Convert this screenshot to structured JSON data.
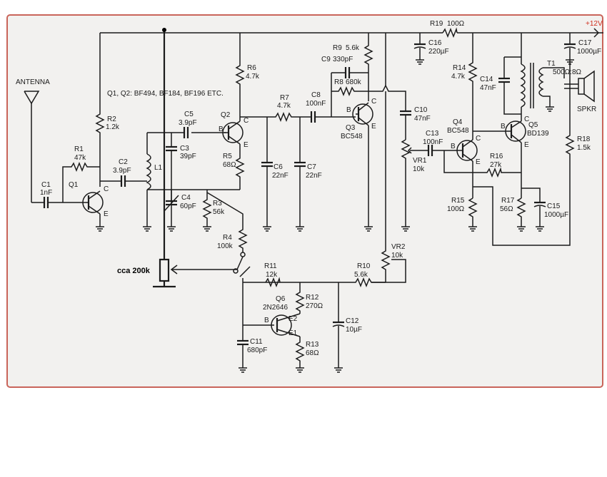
{
  "supply": {
    "label": "+12V"
  },
  "antenna": {
    "label": "ANTENNA"
  },
  "note": {
    "transistors": "Q1, Q2: BF494, BF184, BF196 ETC."
  },
  "added_pot": {
    "label": "cca 200k"
  },
  "components": {
    "C1": {
      "ref": "C1",
      "value": "1nF"
    },
    "R1": {
      "ref": "R1",
      "value": "47k"
    },
    "R2": {
      "ref": "R2",
      "value": "1.2k"
    },
    "Q1": {
      "ref": "Q1"
    },
    "C2": {
      "ref": "C2",
      "value": "3.9pF"
    },
    "L1": {
      "ref": "L1"
    },
    "C3": {
      "ref": "C3",
      "value": "39pF"
    },
    "C4": {
      "ref": "C4",
      "value": "60pF"
    },
    "C5": {
      "ref": "C5",
      "value": "3.9pF"
    },
    "Q2": {
      "ref": "Q2"
    },
    "R5": {
      "ref": "R5",
      "value": "68Ω"
    },
    "R6": {
      "ref": "R6",
      "value": "4.7k"
    },
    "R3": {
      "ref": "R3",
      "value": "56k"
    },
    "R4": {
      "ref": "R4",
      "value": "100k"
    },
    "R7": {
      "ref": "R7",
      "value": "4.7k"
    },
    "C6": {
      "ref": "C6",
      "value": "22nF"
    },
    "C7": {
      "ref": "C7",
      "value": "22nF"
    },
    "C8": {
      "ref": "C8",
      "value": "100nF"
    },
    "R9": {
      "ref": "R9",
      "value": "5.6k"
    },
    "C9": {
      "ref": "C9",
      "value": "330pF"
    },
    "R8": {
      "ref": "R8",
      "value": "680k"
    },
    "Q3": {
      "ref": "Q3",
      "type": "BC548"
    },
    "C10": {
      "ref": "C10",
      "value": "47nF"
    },
    "VR1": {
      "ref": "VR1",
      "value": "10k"
    },
    "C16": {
      "ref": "C16",
      "value": "220µF"
    },
    "R19": {
      "ref": "R19",
      "value": "100Ω"
    },
    "C17": {
      "ref": "C17",
      "value": "1000µF"
    },
    "R14": {
      "ref": "R14",
      "value": "4.7k"
    },
    "C14": {
      "ref": "C14",
      "value": "47nF"
    },
    "T1": {
      "ref": "T1",
      "value": "500Ω:8Ω"
    },
    "SPKR": {
      "ref": "SPKR"
    },
    "C13": {
      "ref": "C13",
      "value": "100nF"
    },
    "Q4": {
      "ref": "Q4",
      "type": "BC548"
    },
    "Q5": {
      "ref": "Q5",
      "type": "BD139"
    },
    "R18": {
      "ref": "R18",
      "value": "1.5k"
    },
    "R16": {
      "ref": "R16",
      "value": "27k"
    },
    "R15": {
      "ref": "R15",
      "value": "100Ω"
    },
    "R17": {
      "ref": "R17",
      "value": "56Ω"
    },
    "C15": {
      "ref": "C15",
      "value": "1000µF"
    },
    "VR2": {
      "ref": "VR2",
      "value": "10k"
    },
    "R11": {
      "ref": "R11",
      "value": "12k"
    },
    "R10": {
      "ref": "R10",
      "value": "5.6k"
    },
    "Q6": {
      "ref": "Q6",
      "type": "2N2646"
    },
    "R12": {
      "ref": "R12",
      "value": "270Ω"
    },
    "C12": {
      "ref": "C12",
      "value": "10µF"
    },
    "C11": {
      "ref": "C11",
      "value": "680pF"
    },
    "R13": {
      "ref": "R13",
      "value": "68Ω"
    }
  },
  "pins": {
    "b": "B",
    "c": "C",
    "e": "E",
    "e1": "E1",
    "e2": "E2"
  }
}
